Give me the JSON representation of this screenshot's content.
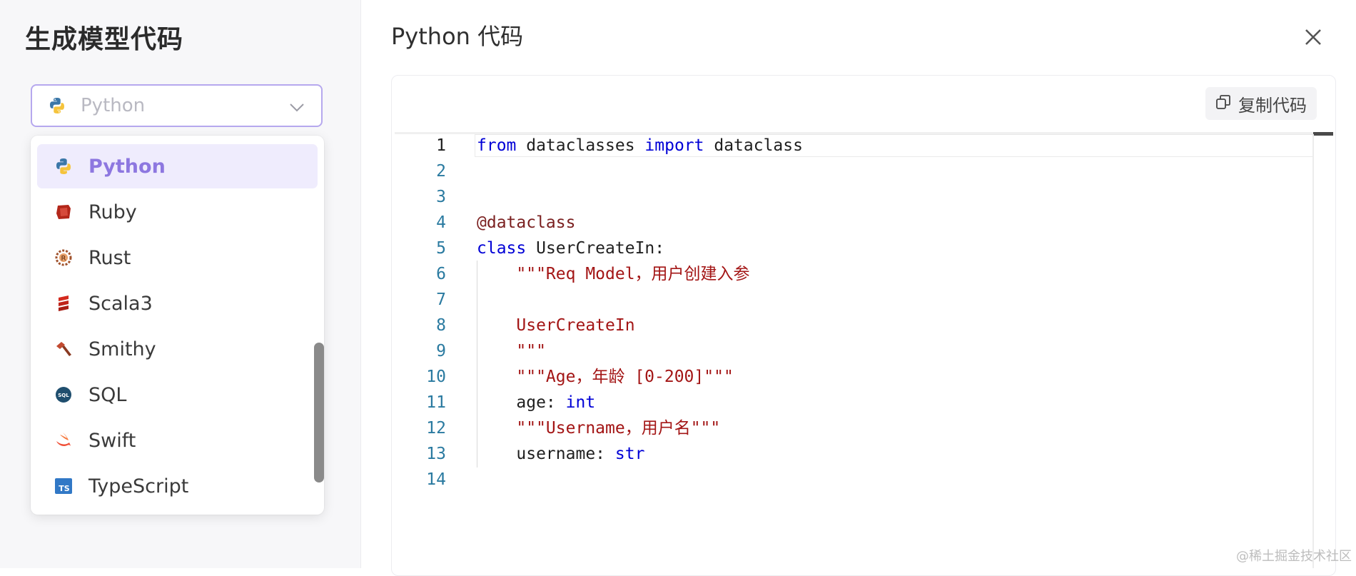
{
  "left_panel": {
    "title": "生成模型代码",
    "select": {
      "value": "Python",
      "icon": "python-icon"
    },
    "options": [
      {
        "label": "Python",
        "icon": "python-icon",
        "selected": true
      },
      {
        "label": "Ruby",
        "icon": "ruby-icon",
        "selected": false
      },
      {
        "label": "Rust",
        "icon": "rust-icon",
        "selected": false
      },
      {
        "label": "Scala3",
        "icon": "scala-icon",
        "selected": false
      },
      {
        "label": "Smithy",
        "icon": "smithy-hammer-icon",
        "selected": false
      },
      {
        "label": "SQL",
        "icon": "sql-icon",
        "selected": false
      },
      {
        "label": "Swift",
        "icon": "swift-icon",
        "selected": false
      },
      {
        "label": "TypeScript",
        "icon": "typescript-icon",
        "selected": false
      }
    ]
  },
  "right_panel": {
    "title": "Python 代码",
    "copy_button": "复制代码",
    "code_lines": [
      [
        {
          "t": "from",
          "c": "kw"
        },
        {
          "t": " dataclasses ",
          "c": ""
        },
        {
          "t": "import",
          "c": "kw"
        },
        {
          "t": " dataclass",
          "c": ""
        }
      ],
      [],
      [],
      [
        {
          "t": "@dataclass",
          "c": "dec"
        }
      ],
      [
        {
          "t": "class",
          "c": "kw"
        },
        {
          "t": " UserCreateIn:",
          "c": ""
        }
      ],
      [
        {
          "t": "    ",
          "c": ""
        },
        {
          "t": "\"\"\"Req Model，用户创建入参",
          "c": "str"
        }
      ],
      [],
      [
        {
          "t": "    ",
          "c": ""
        },
        {
          "t": "UserCreateIn",
          "c": "str"
        }
      ],
      [
        {
          "t": "    ",
          "c": ""
        },
        {
          "t": "\"\"\"",
          "c": "str"
        }
      ],
      [
        {
          "t": "    ",
          "c": ""
        },
        {
          "t": "\"\"\"Age，年龄 [0-200]\"\"\"",
          "c": "str"
        }
      ],
      [
        {
          "t": "    age: ",
          "c": ""
        },
        {
          "t": "int",
          "c": "kw"
        }
      ],
      [
        {
          "t": "    ",
          "c": ""
        },
        {
          "t": "\"\"\"Username，用户名\"\"\"",
          "c": "str"
        }
      ],
      [
        {
          "t": "    username: ",
          "c": ""
        },
        {
          "t": "str",
          "c": "kw"
        }
      ],
      []
    ],
    "line_numbers": [
      "1",
      "2",
      "3",
      "4",
      "5",
      "6",
      "7",
      "8",
      "9",
      "10",
      "11",
      "12",
      "13",
      "14"
    ]
  },
  "watermark": "@稀土掘金技术社区",
  "colors": {
    "accent": "#8d77e0",
    "select_border": "#b6a8ee",
    "keyword": "#0000d6",
    "string": "#a31515",
    "line_number": "#2a7aa0"
  }
}
